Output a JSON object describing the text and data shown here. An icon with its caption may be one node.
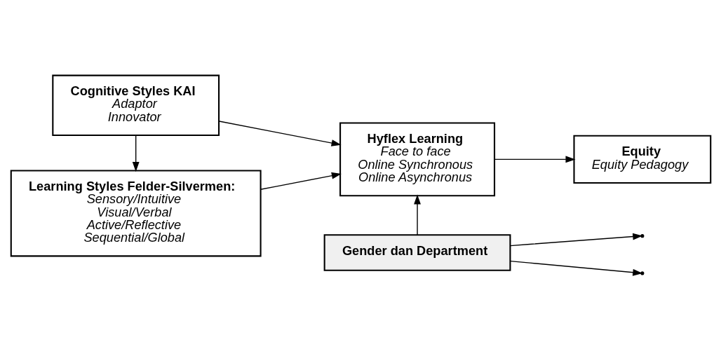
{
  "diagram": {
    "nodes": [
      {
        "text": [
          "Cognitive Styles KAI",
          "Adaptor",
          "Innovator"
        ]
      },
      {
        "text": [
          "Learning Styles Felder-Silvermen:",
          "Sensory/Intuitive",
          "Visual/Verbal",
          "Active/Reflective",
          "Sequential/Global"
        ]
      },
      {
        "text": [
          "Hyflex Learning",
          "Face to face",
          "Online Synchronous",
          "Online Asynchronus"
        ]
      },
      {
        "text": [
          "Equity",
          "Equity Pedagogy"
        ]
      },
      {
        "text": [
          "Gender dan Department"
        ]
      }
    ],
    "edges": [
      {
        "from": 0,
        "to": 1,
        "arrow": "to"
      },
      {
        "from": 0,
        "to": 2,
        "arrow": "to"
      },
      {
        "from": 1,
        "to": 2,
        "arrow": "to"
      },
      {
        "from": 2,
        "to": 3,
        "arrow": "to"
      },
      {
        "from": 4,
        "to": 2,
        "arrow": "to"
      },
      {
        "from": 4,
        "to": null,
        "arrow": "to"
      },
      {
        "from": 4,
        "to": null,
        "arrow": "to"
      }
    ]
  }
}
